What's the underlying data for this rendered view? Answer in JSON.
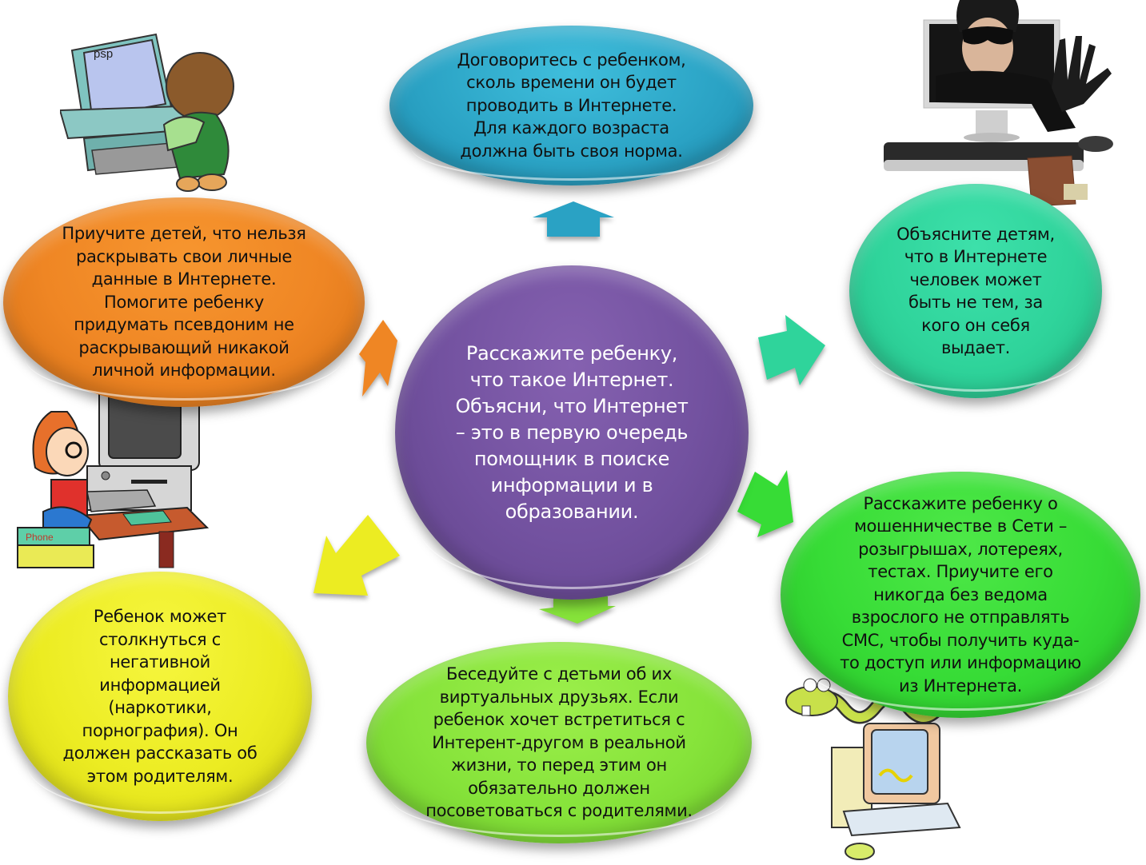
{
  "diagram": {
    "center": {
      "text": "Расскажите ребенку,\nчто такое Интернет.\nОбъясни, что Интернет\n– это в первую очередь\nпомощник в поиске\nинформации и в\nобразовании.",
      "color": "#72519f"
    },
    "nodes": [
      {
        "id": "top",
        "text": "Договоритесь с ребенком,\nсколь времени он будет\nпроводить в Интернете.\nДля каждого возраста\nдолжна быть своя норма.",
        "color": "#2aa2c4"
      },
      {
        "id": "left",
        "text": "Приучите детей, что нельзя\nраскрывать свои личные\nданные в Интернете.\nПомогите ребенку\nпридумать псевдоним не\nраскрывающий никакой\nличной информации.",
        "color": "#ef8624"
      },
      {
        "id": "right",
        "text": "Объясните детям,\nчто в Интернете\nчеловек может\nбыть не тем, за\nкого он себя\nвыдает.",
        "color": "#2fd49b"
      },
      {
        "id": "right-bottom",
        "text": "Расскажите ребенку о\nмошенничестве в Сети –\nрозыгрышах, лотереях,\nтестах. Приучите его\nникогда без ведома\nвзрослого не отправлять\nСМС, чтобы получить куда-\nто доступ или информацию\nиз Интернета.",
        "color": "#37dc36"
      },
      {
        "id": "bottom",
        "text": "Беседуйте с детьми об их\nвиртуальных друзьях. Если\nребенок хочет встретиться с\nИнтерент-другом в реальной\nжизни, то перед этим он\nобязательно должен\nпосоветоваться с родителями.",
        "color": "#86e33a"
      },
      {
        "id": "left-bottom",
        "text": "Ребенок может\nстолкнуться с\nнегативной\nинформацией\n(наркотики,\nпорнография). Он\nдолжен рассказать об\nэтом родителям.",
        "color": "#ecec22"
      }
    ],
    "arrows": [
      {
        "direction": "up",
        "color": "#2aa2c4"
      },
      {
        "direction": "up-left",
        "color": "#ef8624"
      },
      {
        "direction": "right",
        "color": "#2fd49b"
      },
      {
        "direction": "down-right",
        "color": "#37dc36"
      },
      {
        "direction": "down",
        "color": "#86e33a"
      },
      {
        "direction": "down-left",
        "color": "#ecec22"
      }
    ]
  },
  "illustrations": {
    "toddler_computer": {
      "icon": "child-at-computer-icon",
      "screen_label": "psp"
    },
    "hacker": {
      "icon": "hacker-in-monitor-icon"
    },
    "boy_computer": {
      "icon": "boy-at-computer-icon",
      "book_label": "Phone"
    },
    "virus_computer": {
      "icon": "computer-virus-worm-icon"
    }
  }
}
